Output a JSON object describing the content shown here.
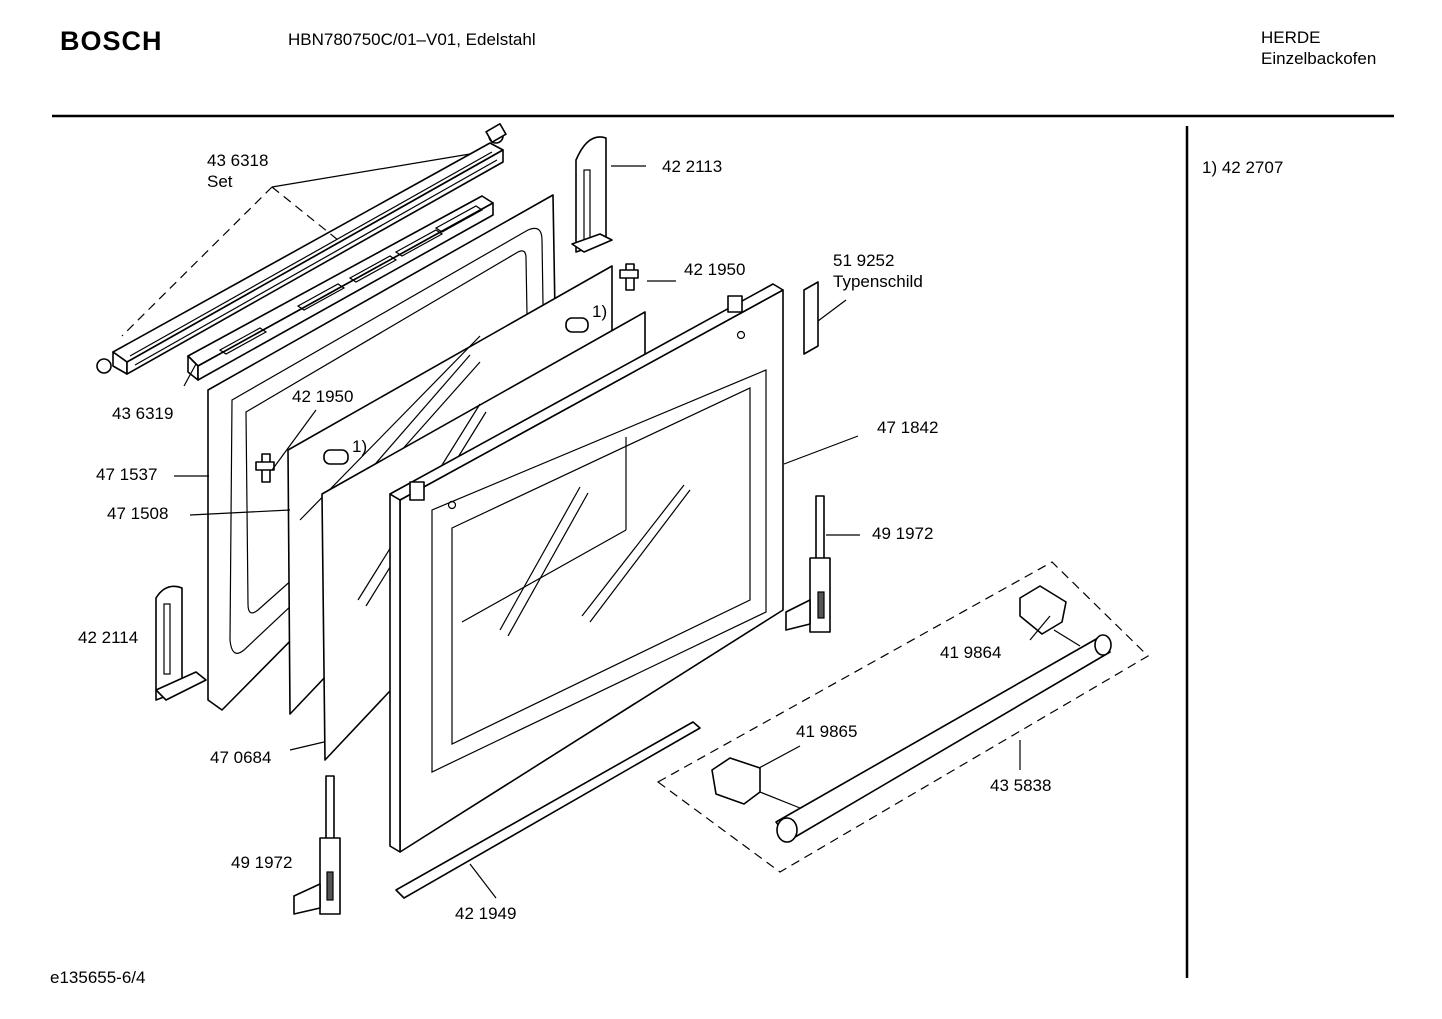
{
  "header": {
    "brand": "BOSCH",
    "model": "HBN780750C/01–V01, Edelstahl",
    "category_line1": "HERDE",
    "category_line2": "Einzelbackofen"
  },
  "footer": {
    "drawing_id": "e135655-6/4"
  },
  "notes": {
    "note_1": "1) 42 2707"
  },
  "parts": [
    {
      "id": "set",
      "number": "43 6318",
      "desc": "Set"
    },
    {
      "id": "rail-front",
      "number": "43 6319"
    },
    {
      "id": "bracket-r",
      "number": "42 2113"
    },
    {
      "id": "clip-top",
      "number": "42 1950"
    },
    {
      "id": "plate",
      "number": "51 9252",
      "desc": "Typenschild"
    },
    {
      "id": "clip-mid",
      "number": "42 1950"
    },
    {
      "id": "inner",
      "number": "47 1537"
    },
    {
      "id": "glass-1",
      "number": "47 1508"
    },
    {
      "id": "outer",
      "number": "47 1842"
    },
    {
      "id": "hinge-r",
      "number": "49 1972"
    },
    {
      "id": "bracket-l",
      "number": "42 2114"
    },
    {
      "id": "cap-r",
      "number": "41 9864"
    },
    {
      "id": "cap-l",
      "number": "41 9865"
    },
    {
      "id": "glass-2",
      "number": "47 0684"
    },
    {
      "id": "handle",
      "number": "43 5838"
    },
    {
      "id": "hinge-l",
      "number": "49 1972"
    },
    {
      "id": "strip",
      "number": "42 1949"
    }
  ],
  "callouts": {
    "ref_1": "1)",
    "ref_2": "1)"
  }
}
